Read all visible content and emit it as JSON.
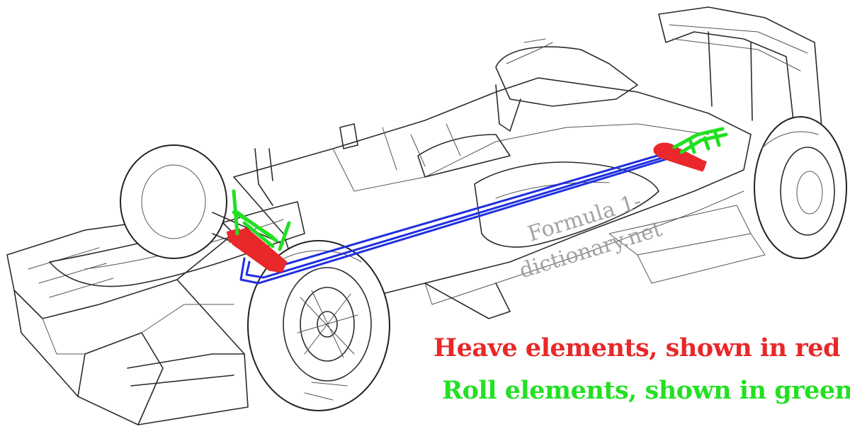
{
  "watermark": {
    "line1": "Formula 1-",
    "line2": "dictionary.net"
  },
  "legend": {
    "heave": {
      "text": "Heave elements, shown in red",
      "color": "#e8282a"
    },
    "roll": {
      "text": "Roll elements, shown in green",
      "color": "#22e022"
    }
  },
  "colors": {
    "heave": "#e8282a",
    "roll": "#22e022",
    "interconnect": "#1f2fe0",
    "outline": "#2b2b2b"
  }
}
